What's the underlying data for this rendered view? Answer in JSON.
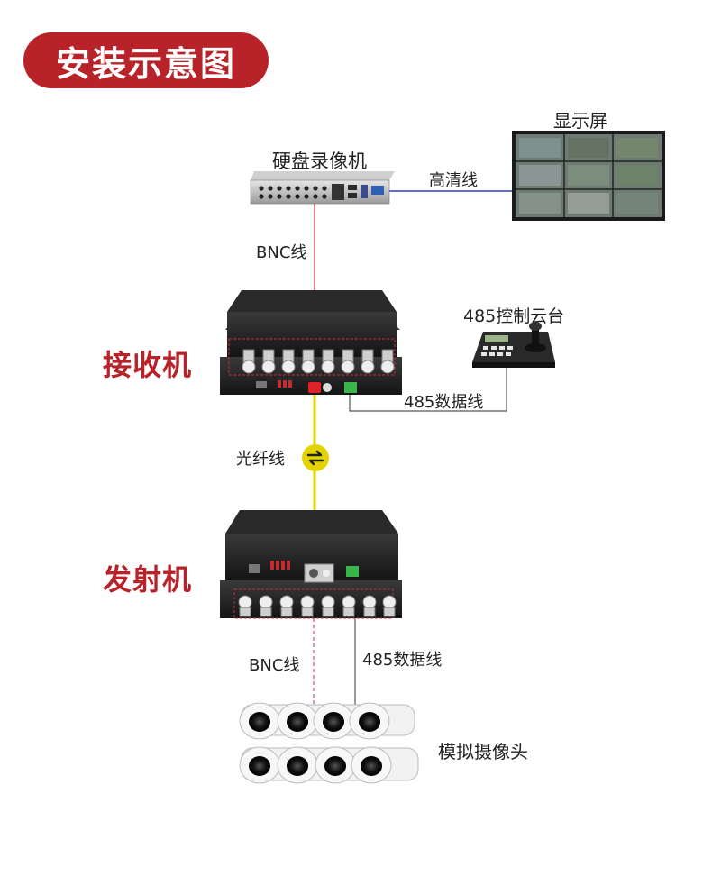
{
  "title": "安装示意图",
  "labels": {
    "monitor": "显示屏",
    "dvr": "硬盘录像机",
    "hd_cable": "高清线",
    "bnc_top": "BNC线",
    "ptz": "485控制云台",
    "receiver": "接收机",
    "rs485_top": "485数据线",
    "fiber": "光纤线",
    "transmitter": "发射机",
    "bnc_bottom": "BNC线",
    "rs485_bottom": "485数据线",
    "cameras": "模拟摄像头"
  },
  "colors": {
    "accent": "#b8232a",
    "hd_line": "#2b3fbf",
    "bnc_line": "#c8303a",
    "fiber_line": "#e2d400",
    "rs485_line": "#555555",
    "device_body": "#1e1e1e"
  }
}
